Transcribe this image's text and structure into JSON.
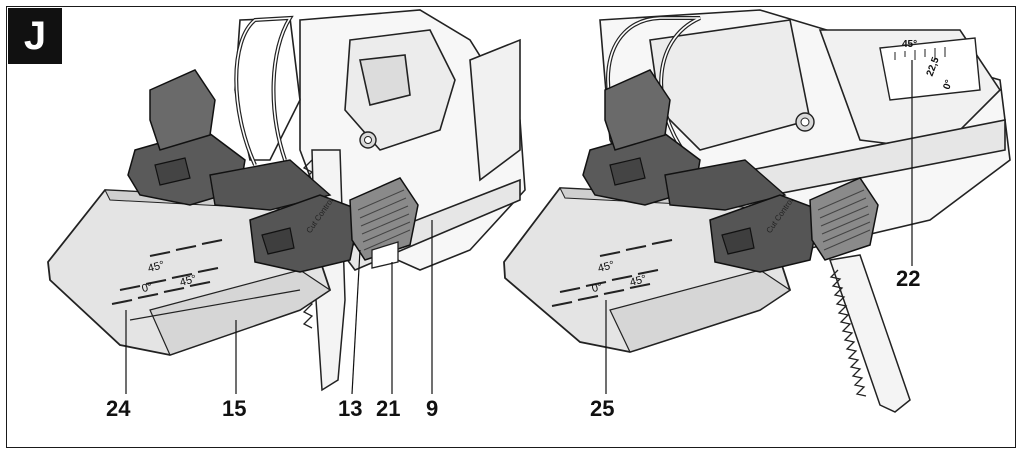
{
  "figure": {
    "badge_letter": "J",
    "callouts": {
      "c24": "24",
      "c15": "15",
      "c13": "13",
      "c21": "21",
      "c9": "9",
      "c25": "25",
      "c22": "22"
    },
    "shoe_scale_left": {
      "label_45_a": "45°",
      "label_0": "0°",
      "label_45_b": "45°"
    },
    "shoe_scale_right": {
      "label_45_a": "45°",
      "label_0": "0°",
      "label_45_b": "45°"
    },
    "bevel_scale": {
      "label_45": "45°",
      "label_22_5": "22,5",
      "label_0": "0°"
    },
    "guide_knob_text": "Cut Control"
  }
}
